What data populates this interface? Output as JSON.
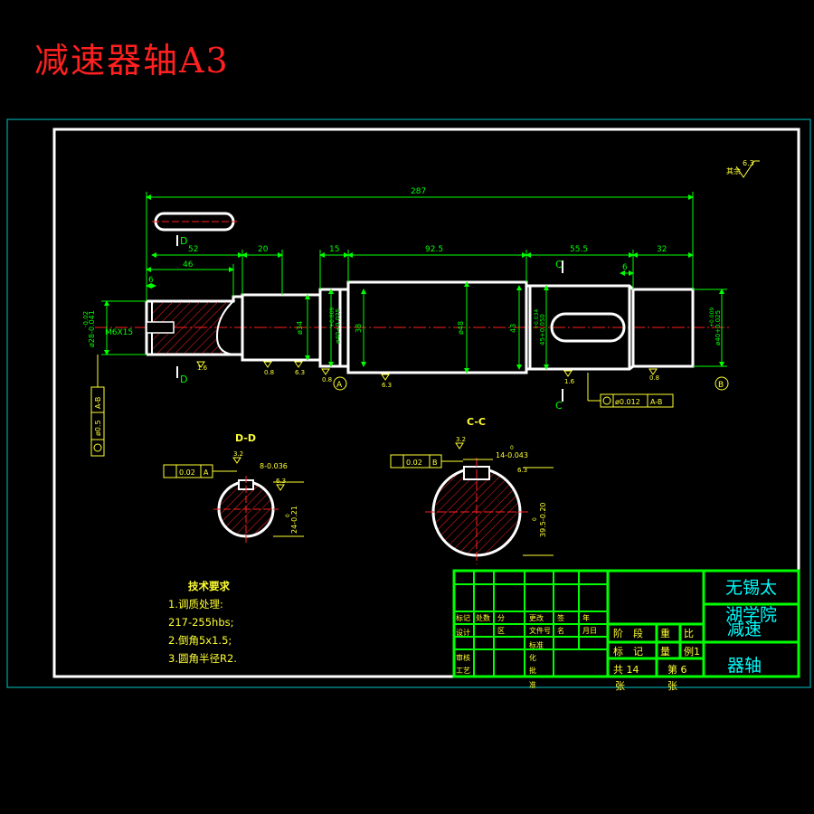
{
  "title": "减速器轴A3",
  "colors": {
    "background": "#000000",
    "title": "#ff2020",
    "outline": "#ffffff",
    "dimension": "#00ff00",
    "annotation": "#ffff33",
    "hatch": "#ff2020",
    "frame": "#00c8c8",
    "titleblock": "#00ff00"
  },
  "surface_roughness_general": {
    "value": "6.3",
    "label": "其余"
  },
  "dimensions": {
    "overall_length": "287",
    "key_slot_left_length": "52",
    "step_20": "20",
    "step_46": "46",
    "step_6_left": "6",
    "step_15": "15",
    "length_92_5": "92.5",
    "length_55_5": "55.5",
    "step_6_right": "6",
    "length_32": "32",
    "dia_left_end": "ø28-0.041",
    "dia_left_end_tol": "-0.02",
    "dia_34": "ø34",
    "dia_40_bearing_left": "ø40+0.025",
    "dia_40_bearing_left_tol": "+0.009",
    "dia_38": "38",
    "dia_48": "ø48",
    "dia_43": "43",
    "dia_45": "45+0.050",
    "dia_45_tol": "+0.034",
    "dia_40_right": "ø40+0.025",
    "dia_40_right_tol": "+0.009",
    "thread": "M6X15"
  },
  "roughness_marks": [
    "1.6",
    "0.8",
    "6.3",
    "0.8",
    "6.3",
    "1.6",
    "0.8",
    "6.3"
  ],
  "datums": [
    "A",
    "B"
  ],
  "section_markers": {
    "d": "D",
    "c": "C"
  },
  "runout_left": {
    "value": "ø0.5",
    "datum": "A-B"
  },
  "runout_right": {
    "value": "ø0.012",
    "datum": "A-B"
  },
  "section_dd": {
    "label": "D-D",
    "roughness": "3.2",
    "key_width": "8-0.036",
    "depth": "24-0.21",
    "depth_top": "0",
    "symmetry": {
      "value": "0.02",
      "datum": "A"
    },
    "roughness_side": "6.3"
  },
  "section_cc": {
    "label": "C-C",
    "roughness": "3.2",
    "key_width": "14-0.043",
    "key_width_top": "0",
    "depth": "39.5-0.20",
    "depth_top": "0",
    "symmetry": {
      "value": "0.02",
      "datum": "B"
    },
    "roughness_side": "6.3"
  },
  "tech_notes": {
    "heading": "技术要求",
    "items": [
      "1.调质处理:",
      "217-255hbs;",
      "2.倒角5x1.5;",
      "3.圆角半径R2."
    ]
  },
  "titleblock": {
    "school": [
      "无锡太",
      "湖学院"
    ],
    "part_name": [
      "减速",
      "器轴"
    ],
    "cells": {
      "r1": [
        "标记",
        "处数",
        "分",
        "区",
        "更改",
        "文件号",
        "签",
        "名",
        "年",
        "月日"
      ],
      "r2": [
        "设计",
        "",
        "标准",
        "化",
        "",
        "",
        "阶",
        "段",
        "重",
        "比"
      ],
      "r3": [
        "审核",
        "",
        "",
        "",
        "",
        "",
        "标",
        "记",
        "量",
        "例1"
      ],
      "r4": [
        "工艺",
        "",
        "批",
        "准",
        "",
        "",
        "共 14",
        "张",
        "第 6",
        "张"
      ]
    }
  }
}
